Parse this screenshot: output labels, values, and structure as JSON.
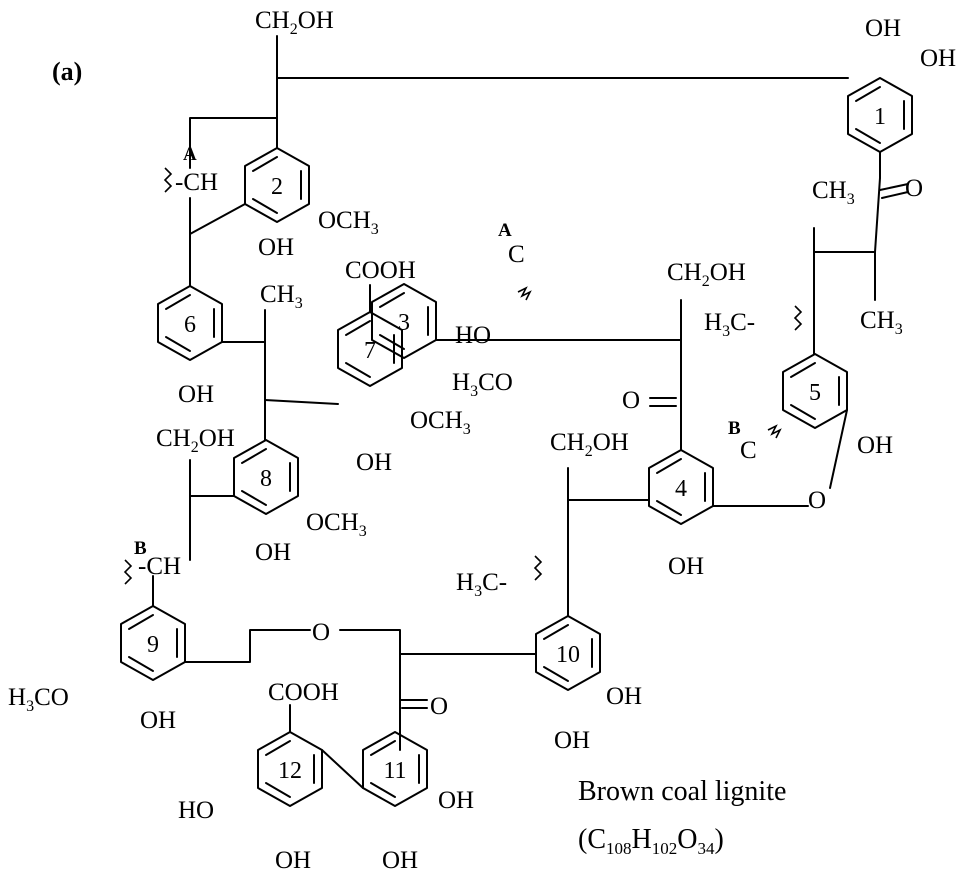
{
  "figure": {
    "panel_label": "(a)",
    "caption_line1": "Brown coal lignite",
    "caption_formula": {
      "C": "C",
      "c_sub": "108",
      "H": "H",
      "h_sub": "102",
      "O": "O",
      "o_sub": "34"
    }
  },
  "rings": [
    "1",
    "2",
    "3",
    "4",
    "5",
    "6",
    "7",
    "8",
    "9",
    "10",
    "11",
    "12"
  ],
  "groups": {
    "oh": "OH",
    "ho": "HO",
    "ch2oh": {
      "main": "CH",
      "sub": "2",
      "tail": "OH"
    },
    "ch3": {
      "main": "CH",
      "sub": "3"
    },
    "och3": {
      "main": "OCH",
      "sub": "3"
    },
    "h3co": {
      "main": "H",
      "sub": "3",
      "tail": "CO"
    },
    "h3c": {
      "main": "H",
      "sub": "3",
      "tail": "C-"
    },
    "cooh": "COOH",
    "ch": "-CH",
    "c": "C",
    "o": "O",
    "a": "A",
    "b": "B"
  }
}
